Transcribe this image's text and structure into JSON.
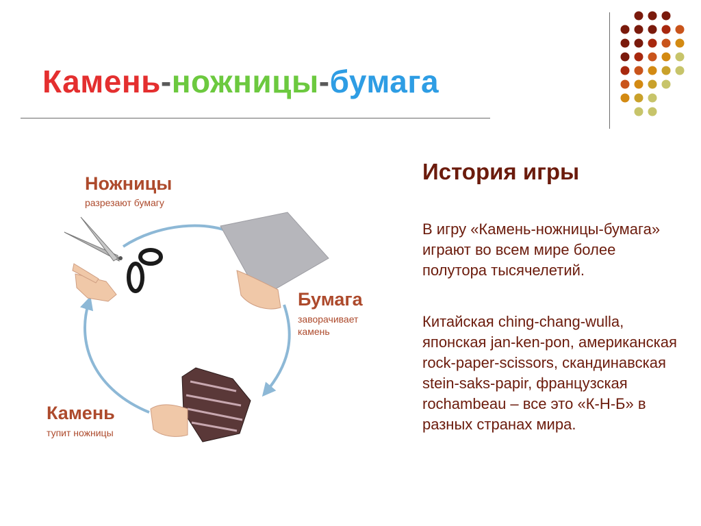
{
  "slide": {
    "title_parts": [
      {
        "text": "Камень",
        "color": "#e42f2f"
      },
      {
        "text": "-",
        "color": "#5a5a5a"
      },
      {
        "text": "ножницы",
        "color": "#6cc93f"
      },
      {
        "text": "-",
        "color": "#5a5a5a"
      },
      {
        "text": "бумага",
        "color": "#2e9de4"
      }
    ]
  },
  "diagram": {
    "scissors": {
      "title": "Ножницы",
      "caption": "разрезают бумагу"
    },
    "paper": {
      "title": "Бумага",
      "caption_line1": "заворачивает",
      "caption_line2": "камень"
    },
    "rock": {
      "title": "Камень",
      "caption": "тупит ножницы"
    },
    "arrow_color": "#8db8d6"
  },
  "history": {
    "heading": "История игры",
    "paragraph1": "В игру «Камень-ножницы-бумага» играют во всем мире более полутора тысячелетий.",
    "paragraph2": "Китайская ching-chang-wulla, японская jan-ken-pon, американская rock-paper-scissors, скандинавская stein-saks-papir, французская rochambeau – все это «К-Н-Б» в разных странах мира."
  },
  "palette": {
    "dark_red": "#7a1a0c",
    "red": "#a8280e",
    "orange": "#c9541b",
    "amber": "#d38a12",
    "gold": "#c9a12a",
    "olive": "#c7c46a"
  }
}
